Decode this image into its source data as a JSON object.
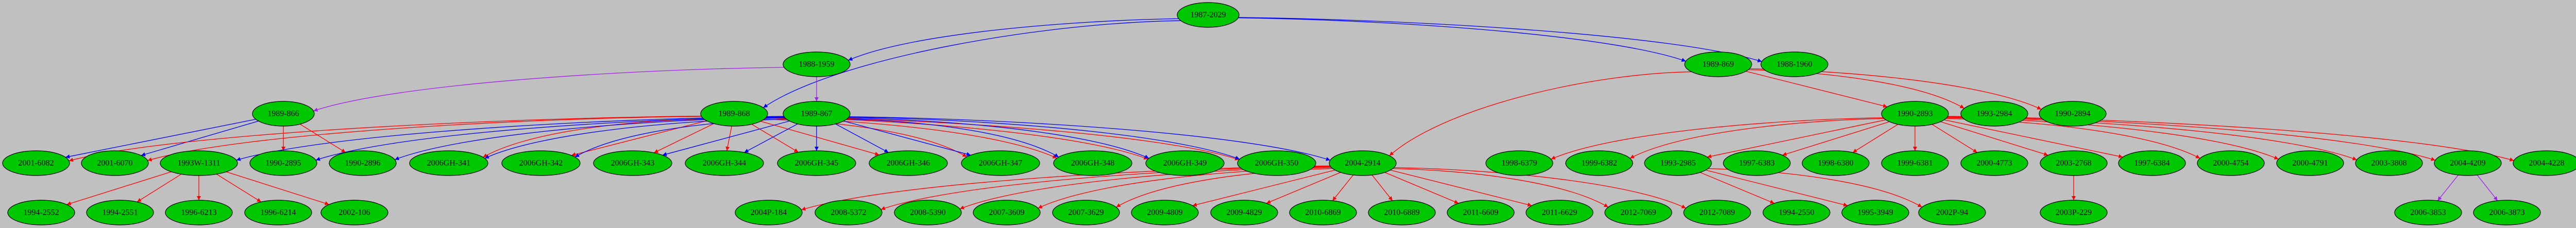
{
  "graph": {
    "background_color": "#c0c0c0",
    "node_fill": "#00c800",
    "edge_colors": {
      "blue": "#0000ff",
      "red": "#ff0000",
      "purple": "#a020f0"
    },
    "nodes": [
      "1987-2029",
      "1988-1959",
      "1989-869",
      "1988-1960",
      "1989-866",
      "1989-868",
      "1989-867",
      "1990-2893",
      "1993-2984",
      "1990-2894",
      "2001-6082",
      "2001-6070",
      "1993W-1311",
      "1990-2895",
      "1990-2896",
      "2006GH-341",
      "2006GH-342",
      "2006GH-343",
      "2006GH-344",
      "2006GH-345",
      "2006GH-346",
      "2006GH-347",
      "2006GH-348",
      "2006GH-349",
      "2006GH-350",
      "2004-2914",
      "1998-6379",
      "1999-6382",
      "1993-2985",
      "1997-6383",
      "1998-6380",
      "1999-6381",
      "2000-4773",
      "2003-2768",
      "1997-6384",
      "2000-4754",
      "2000-4791",
      "2003-3808",
      "2004-4209",
      "2004-4228",
      "1994-2552",
      "1994-2551",
      "1996-6213",
      "1996-6214",
      "2002-106",
      "2004P-184",
      "2008-5372",
      "2008-5390",
      "2007-3609",
      "2007-3629",
      "2009-4809",
      "2009-4829",
      "2010-6869",
      "2010-6889",
      "2011-6609",
      "2011-6629",
      "2012-7069",
      "2012-7089",
      "1994-2550",
      "1995-3949",
      "2002P-94",
      "2003P-229",
      "2006-3853",
      "2006-3873"
    ],
    "edges": [
      {
        "from": "1987-2029",
        "to": "1988-1959",
        "color": "blue"
      },
      {
        "from": "1987-2029",
        "to": "1989-868",
        "color": "blue"
      },
      {
        "from": "1987-2029",
        "to": "1989-869",
        "color": "blue"
      },
      {
        "from": "1987-2029",
        "to": "1988-1960",
        "color": "blue"
      },
      {
        "from": "1988-1959",
        "to": "1989-866",
        "color": "purple"
      },
      {
        "from": "1988-1959",
        "to": "1989-867",
        "color": "purple"
      },
      {
        "from": "1989-866",
        "to": "2001-6082",
        "color": "blue"
      },
      {
        "from": "1989-866",
        "to": "2001-6070",
        "color": "blue"
      },
      {
        "from": "1989-866",
        "to": "1990-2895",
        "color": "red"
      },
      {
        "from": "1989-866",
        "to": "1990-2896",
        "color": "red"
      },
      {
        "from": "1989-868",
        "to": "2001-6082",
        "color": "red"
      },
      {
        "from": "1989-868",
        "to": "2001-6070",
        "color": "red"
      },
      {
        "from": "1989-868",
        "to": "2006GH-341",
        "color": "red"
      },
      {
        "from": "1989-868",
        "to": "2006GH-342",
        "color": "red"
      },
      {
        "from": "1989-868",
        "to": "2006GH-343",
        "color": "red"
      },
      {
        "from": "1989-868",
        "to": "2006GH-344",
        "color": "red"
      },
      {
        "from": "1989-868",
        "to": "2006GH-345",
        "color": "red"
      },
      {
        "from": "1989-868",
        "to": "2006GH-346",
        "color": "red"
      },
      {
        "from": "1989-868",
        "to": "2006GH-347",
        "color": "red"
      },
      {
        "from": "1989-868",
        "to": "2006GH-348",
        "color": "red"
      },
      {
        "from": "1989-868",
        "to": "2006GH-349",
        "color": "red"
      },
      {
        "from": "1989-868",
        "to": "2006GH-350",
        "color": "red"
      },
      {
        "from": "1989-867",
        "to": "1993W-1311",
        "color": "blue"
      },
      {
        "from": "1989-867",
        "to": "1990-2895",
        "color": "blue"
      },
      {
        "from": "1989-867",
        "to": "1990-2896",
        "color": "blue"
      },
      {
        "from": "1989-867",
        "to": "2006GH-341",
        "color": "blue"
      },
      {
        "from": "1989-867",
        "to": "2006GH-342",
        "color": "blue"
      },
      {
        "from": "1989-867",
        "to": "2006GH-343",
        "color": "blue"
      },
      {
        "from": "1989-867",
        "to": "2006GH-344",
        "color": "blue"
      },
      {
        "from": "1989-867",
        "to": "2006GH-345",
        "color": "blue"
      },
      {
        "from": "1989-867",
        "to": "2006GH-346",
        "color": "blue"
      },
      {
        "from": "1989-867",
        "to": "2006GH-347",
        "color": "blue"
      },
      {
        "from": "1989-867",
        "to": "2006GH-348",
        "color": "blue"
      },
      {
        "from": "1989-867",
        "to": "2006GH-349",
        "color": "blue"
      },
      {
        "from": "1989-867",
        "to": "2006GH-350",
        "color": "blue"
      },
      {
        "from": "1989-867",
        "to": "2004-2914",
        "color": "blue"
      },
      {
        "from": "1989-869",
        "to": "2004-2914",
        "color": "red"
      },
      {
        "from": "1989-869",
        "to": "1990-2893",
        "color": "red"
      },
      {
        "from": "1989-869",
        "to": "1993-2984",
        "color": "red"
      },
      {
        "from": "1989-869",
        "to": "1990-2894",
        "color": "red"
      },
      {
        "from": "1990-2893",
        "to": "1998-6379",
        "color": "red"
      },
      {
        "from": "1990-2893",
        "to": "1999-6382",
        "color": "red"
      },
      {
        "from": "1990-2893",
        "to": "1993-2985",
        "color": "red"
      },
      {
        "from": "1990-2893",
        "to": "1997-6383",
        "color": "red"
      },
      {
        "from": "1990-2893",
        "to": "1998-6380",
        "color": "red"
      },
      {
        "from": "1990-2893",
        "to": "1999-6381",
        "color": "red"
      },
      {
        "from": "1990-2893",
        "to": "2000-4773",
        "color": "red"
      },
      {
        "from": "1990-2893",
        "to": "2003-2768",
        "color": "red"
      },
      {
        "from": "1990-2893",
        "to": "1997-6384",
        "color": "red"
      },
      {
        "from": "1990-2893",
        "to": "2000-4754",
        "color": "red"
      },
      {
        "from": "1990-2893",
        "to": "2000-4791",
        "color": "red"
      },
      {
        "from": "1990-2893",
        "to": "2003-3808",
        "color": "red"
      },
      {
        "from": "1990-2893",
        "to": "2004-4209",
        "color": "red"
      },
      {
        "from": "1990-2893",
        "to": "2004-4228",
        "color": "red"
      },
      {
        "from": "1993W-1311",
        "to": "1994-2552",
        "color": "red"
      },
      {
        "from": "1993W-1311",
        "to": "1994-2551",
        "color": "red"
      },
      {
        "from": "1993W-1311",
        "to": "1996-6213",
        "color": "red"
      },
      {
        "from": "1993W-1311",
        "to": "1996-6214",
        "color": "red"
      },
      {
        "from": "1993W-1311",
        "to": "2002-106",
        "color": "red"
      },
      {
        "from": "2004-2914",
        "to": "2004P-184",
        "color": "red"
      },
      {
        "from": "2004-2914",
        "to": "2008-5372",
        "color": "red"
      },
      {
        "from": "2004-2914",
        "to": "2008-5390",
        "color": "red"
      },
      {
        "from": "2004-2914",
        "to": "2007-3609",
        "color": "red"
      },
      {
        "from": "2004-2914",
        "to": "2007-3629",
        "color": "red"
      },
      {
        "from": "2004-2914",
        "to": "2009-4809",
        "color": "red"
      },
      {
        "from": "2004-2914",
        "to": "2009-4829",
        "color": "red"
      },
      {
        "from": "2004-2914",
        "to": "2010-6869",
        "color": "red"
      },
      {
        "from": "2004-2914",
        "to": "2010-6889",
        "color": "red"
      },
      {
        "from": "2004-2914",
        "to": "2011-6609",
        "color": "red"
      },
      {
        "from": "2004-2914",
        "to": "2011-6629",
        "color": "red"
      },
      {
        "from": "2004-2914",
        "to": "2012-7069",
        "color": "red"
      },
      {
        "from": "2004-2914",
        "to": "2012-7089",
        "color": "red"
      },
      {
        "from": "1993-2985",
        "to": "1994-2550",
        "color": "red"
      },
      {
        "from": "1993-2985",
        "to": "1995-3949",
        "color": "red"
      },
      {
        "from": "1993-2985",
        "to": "2002P-94",
        "color": "red"
      },
      {
        "from": "2003-2768",
        "to": "2003P-229",
        "color": "red"
      },
      {
        "from": "2004-4209",
        "to": "2006-3853",
        "color": "purple"
      },
      {
        "from": "2004-4209",
        "to": "2006-3873",
        "color": "purple"
      }
    ]
  }
}
